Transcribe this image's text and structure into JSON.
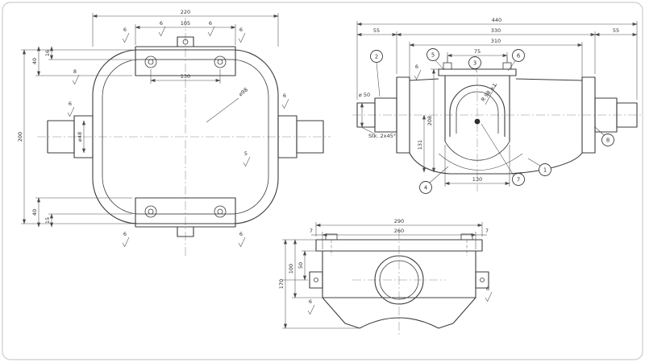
{
  "page": {
    "background": "#ffffff",
    "border_color": "#cccccc",
    "line_color": "#3b3b3b"
  },
  "top_view": {
    "dim_overall_width": "220",
    "dim_flange_width": "105",
    "dim_bolt_span": "130",
    "dim_overall_height": "200",
    "dim_flange_top": "40",
    "dim_lip_top": "16",
    "dim_flange_bottom": "40",
    "dim_lip_bottom": "15",
    "dia_bore": "⌀98",
    "dia_shaft": "⌀48"
  },
  "front_view": {
    "dim_overall": "440",
    "dim_shaft_left": "55",
    "dim_body": "330",
    "dim_shaft_right": "55",
    "dim_flange_span": "310",
    "dim_stud_span": "75",
    "dim_cap_span": "130",
    "dim_center_height": "131",
    "dim_bell_height": "208",
    "dia_shaft": "⌀ 50",
    "chamfer_note": "Stk. 2x45°",
    "radius_note": "R 98 +1",
    "balloons": [
      "1",
      "2",
      "3",
      "4",
      "5",
      "6",
      "7",
      "8"
    ]
  },
  "side_view": {
    "dim_overall_width": "290",
    "dim_inner_width": "260",
    "dim_chamfer": "7",
    "dim_top_to_center": "50",
    "dim_body_height": "100",
    "dim_overall_height": "170"
  },
  "finish_marks": {
    "fine": "6",
    "coarse": "8",
    "medium": "5"
  }
}
